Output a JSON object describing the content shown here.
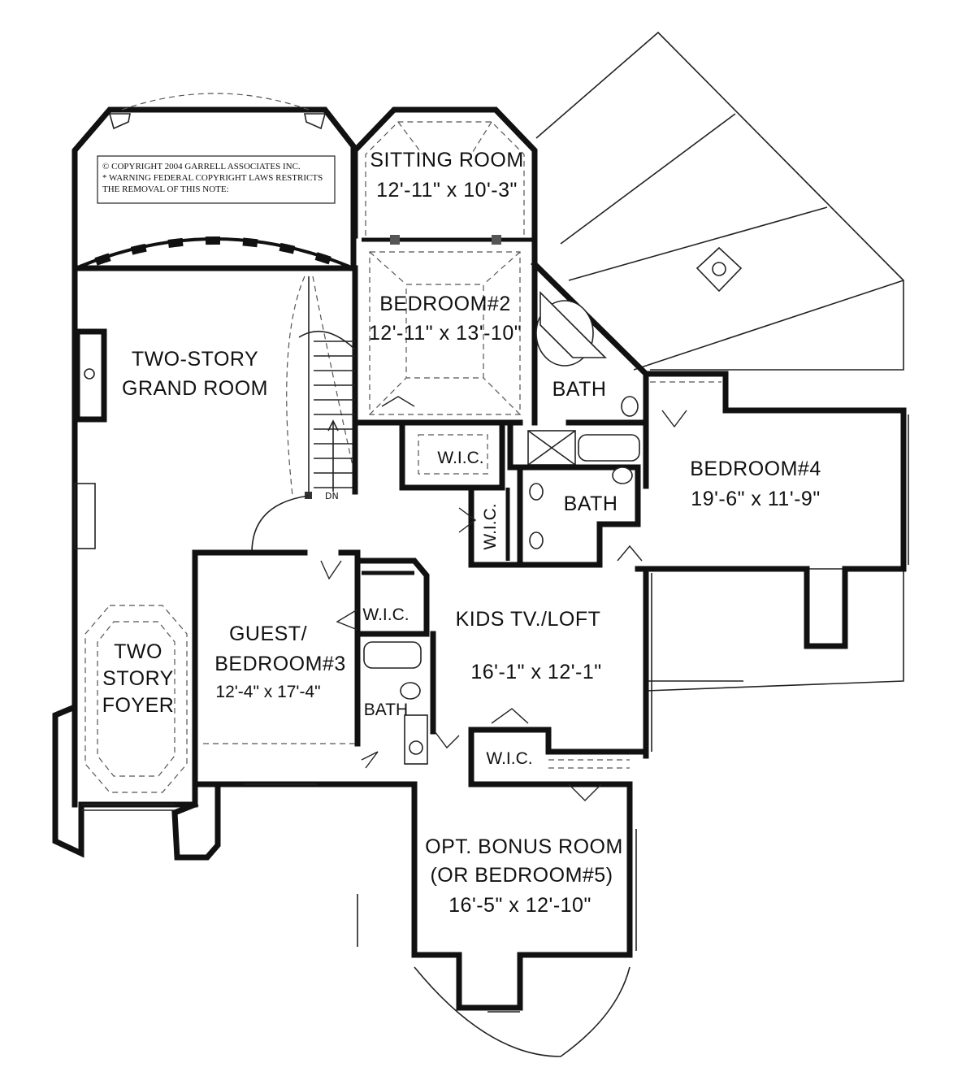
{
  "copyright": {
    "line1": "© COPYRIGHT 2004 GARRELL ASSOCIATES INC.",
    "line2": "* WARNING FEDERAL COPYRIGHT LAWS RESTRICTS",
    "line3": "THE REMOVAL OF THIS NOTE:"
  },
  "rooms": {
    "sitting": {
      "name": "SITTING ROOM",
      "dims": "12'-11\" x 10'-3\""
    },
    "bedroom2": {
      "name": "BEDROOM#2",
      "dims": "12'-11\" x 13'-10\""
    },
    "grand": {
      "line1": "TWO-STORY",
      "line2": "GRAND ROOM"
    },
    "bath_master": {
      "name": "BATH"
    },
    "bedroom4": {
      "name": "BEDROOM#4",
      "dims": "19'-6\" x 11'-9\""
    },
    "wic_b2": {
      "name": "W.I.C."
    },
    "wic_vertical": {
      "name": "W.I.C."
    },
    "bath_mid": {
      "name": "BATH"
    },
    "wic_guest": {
      "name": "W.I.C."
    },
    "loft": {
      "name": "KIDS TV./LOFT",
      "dims": "16'-1\" x 12'-1\""
    },
    "guest": {
      "line1": "GUEST/",
      "line2": "BEDROOM#3",
      "dims": "12'-4\" x 17'-4\""
    },
    "bath_guest": {
      "name": "BATH"
    },
    "foyer": {
      "line1": "TWO",
      "line2": "STORY",
      "line3": "FOYER"
    },
    "wic_bonus": {
      "name": "W.I.C."
    },
    "bonus": {
      "line1": "OPT. BONUS ROOM",
      "line2": "(OR BEDROOM#5)",
      "dims": "16'-5\" x 12'-10\""
    }
  },
  "stair_label": "DN"
}
